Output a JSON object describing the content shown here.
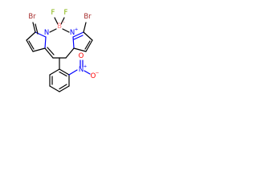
{
  "molecule": {
    "atoms": {
      "br_left": "Br",
      "br_right": "Br",
      "f_left": "F",
      "f_right": "F",
      "boron": "B",
      "n_left": "N",
      "n_right": "N",
      "n_nitro": "N",
      "o_top": "O",
      "o_right": "O"
    },
    "charges": {
      "boron": "−",
      "n_right": "+",
      "n_nitro": "+",
      "o_right": "−"
    },
    "colors": {
      "carbon": "#000000",
      "bromine": "#a52a2a",
      "fluorine": "#7fb000",
      "boron": "#ff8080",
      "nitrogen": "#0000ff",
      "oxygen": "#ff0000"
    }
  }
}
